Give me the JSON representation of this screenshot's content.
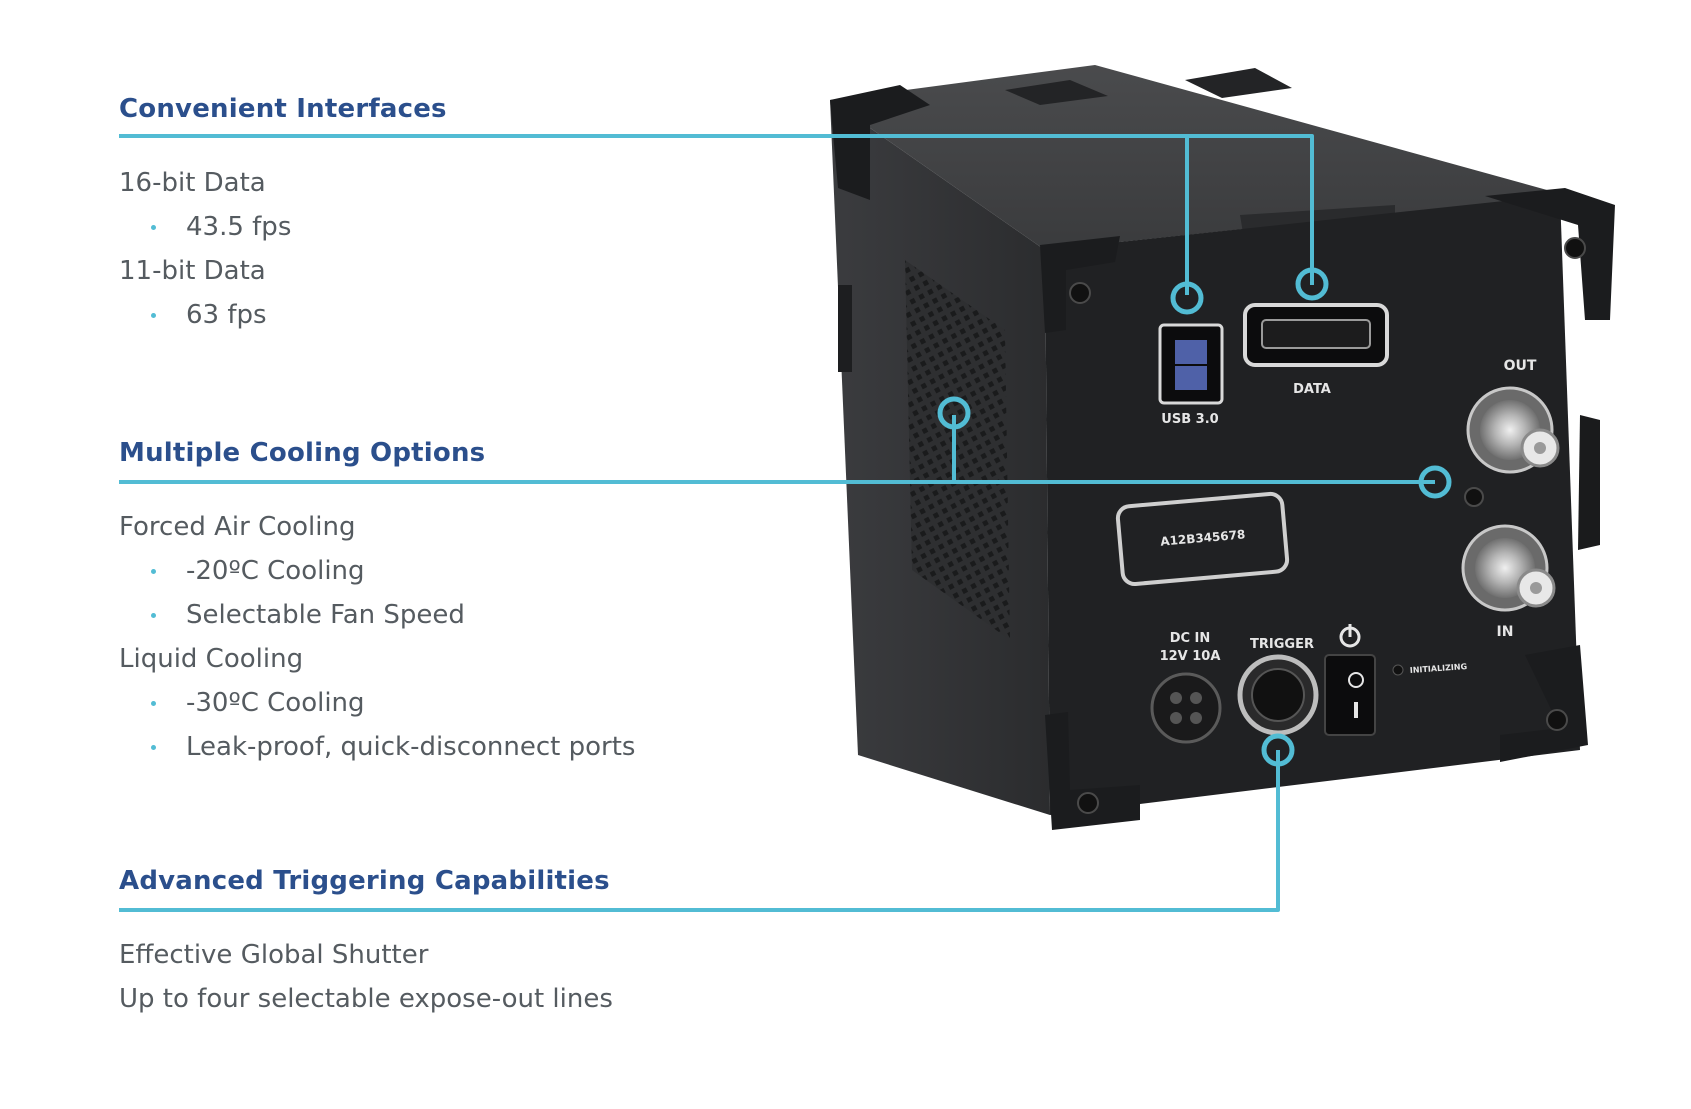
{
  "sections": {
    "interfaces": {
      "title": "Convenient Interfaces",
      "items": [
        {
          "text": "16-bit Data",
          "bullets": [
            "43.5 fps"
          ]
        },
        {
          "text": "11-bit Data",
          "bullets": [
            "63 fps"
          ]
        }
      ]
    },
    "cooling": {
      "title": "Multiple Cooling Options",
      "items": [
        {
          "text": "Forced Air Cooling",
          "bullets": [
            "-20ºC Cooling",
            "Selectable Fan Speed"
          ]
        },
        {
          "text": "Liquid Cooling",
          "bullets": [
            "-30ºC Cooling",
            "Leak-proof, quick-disconnect ports"
          ]
        }
      ]
    },
    "triggering": {
      "title": "Advanced Triggering Capabilities",
      "items": [
        {
          "text": "Effective Global Shutter"
        },
        {
          "text": "Up to four selectable expose-out lines"
        }
      ]
    }
  },
  "device_labels": {
    "usb": "USB 3.0",
    "data": "DATA",
    "out": "OUT",
    "in": "IN",
    "serial": "A12B345678",
    "dc_in_line1": "DC IN",
    "dc_in_line2": "12V 10A",
    "trigger": "TRIGGER",
    "initializing": "INITIALIZING",
    "power_icon": "power-icon"
  },
  "colors": {
    "accent_line": "#52bcd4",
    "title": "#2b4f8c",
    "body_text": "#555b60",
    "device_body": "#2a2b2d"
  }
}
